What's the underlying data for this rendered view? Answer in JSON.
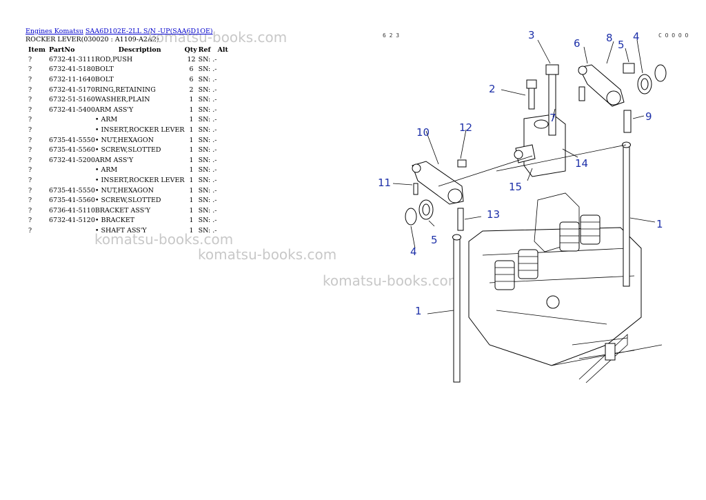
{
  "breadcrumb": {
    "link1": "Engines Komatsu",
    "link2": "SAA6D102E-2LL S/N  -UP(SAA6D1OE)"
  },
  "subtitle": "ROCKER LEVER(030020 : A1109-A2A2)",
  "table": {
    "headers": [
      "Item",
      "PartNo",
      "Description",
      "Qty",
      "Ref",
      "Alt"
    ],
    "rows": [
      {
        "item": "?",
        "part": "6732-41-3111",
        "desc": "ROD,PUSH",
        "qty": "12",
        "ref": "SN: .-"
      },
      {
        "item": "?",
        "part": "6732-41-5180",
        "desc": "BOLT",
        "qty": "6",
        "ref": "SN: .-"
      },
      {
        "item": "?",
        "part": "6732-11-1640",
        "desc": "BOLT",
        "qty": "6",
        "ref": "SN: .-"
      },
      {
        "item": "?",
        "part": "6732-41-5170",
        "desc": "RING,RETAINING",
        "qty": "2",
        "ref": "SN: .-"
      },
      {
        "item": "?",
        "part": "6732-51-5160",
        "desc": "WASHER,PLAIN",
        "qty": "1",
        "ref": "SN: .-"
      },
      {
        "item": "?",
        "part": "6732-41-5400",
        "desc": "ARM ASS'Y",
        "qty": "1",
        "ref": "SN: .-"
      },
      {
        "item": "?",
        "part": "",
        "desc": "• ARM",
        "qty": "1",
        "ref": "SN: .-"
      },
      {
        "item": "?",
        "part": "",
        "desc": "• INSERT,ROCKER LEVER",
        "qty": "1",
        "ref": "SN: .-"
      },
      {
        "item": "?",
        "part": "6735-41-5550",
        "desc": "• NUT,HEXAGON",
        "qty": "1",
        "ref": "SN: .-"
      },
      {
        "item": "?",
        "part": "6735-41-5560",
        "desc": "• SCREW,SLOTTED",
        "qty": "1",
        "ref": "SN: .-"
      },
      {
        "item": "?",
        "part": "6732-41-5200",
        "desc": "ARM ASS'Y",
        "qty": "1",
        "ref": "SN: .-"
      },
      {
        "item": "?",
        "part": "",
        "desc": "• ARM",
        "qty": "1",
        "ref": "SN: .-"
      },
      {
        "item": "?",
        "part": "",
        "desc": "• INSERT,ROCKER LEVER",
        "qty": "1",
        "ref": "SN: .-"
      },
      {
        "item": "?",
        "part": "6735-41-5550",
        "desc": "• NUT,HEXAGON",
        "qty": "1",
        "ref": "SN: .-"
      },
      {
        "item": "?",
        "part": "6735-41-5560",
        "desc": "• SCREW,SLOTTED",
        "qty": "1",
        "ref": "SN: .-"
      },
      {
        "item": "?",
        "part": "6736-41-5110",
        "desc": "BRACKET ASS'Y",
        "qty": "1",
        "ref": "SN: .-"
      },
      {
        "item": "?",
        "part": "6732-41-5120",
        "desc": "• BRACKET",
        "qty": "1",
        "ref": "SN: .-"
      },
      {
        "item": "?",
        "part": "",
        "desc": "• SHAFT ASS'Y",
        "qty": "1",
        "ref": "SN: .-"
      }
    ]
  },
  "watermarks": [
    "komatsu-books.com",
    "komatsu-books.com",
    "komatsu-books.com",
    "komatsu-books.com"
  ],
  "diagram": {
    "page_ref_left": "6 2 3",
    "page_ref_right": "C O O O O",
    "callouts": [
      "3",
      "8",
      "4",
      "6",
      "5",
      "2",
      "7",
      "9",
      "10",
      "12",
      "14",
      "15",
      "11",
      "13",
      "1",
      "5",
      "4",
      "1"
    ]
  }
}
